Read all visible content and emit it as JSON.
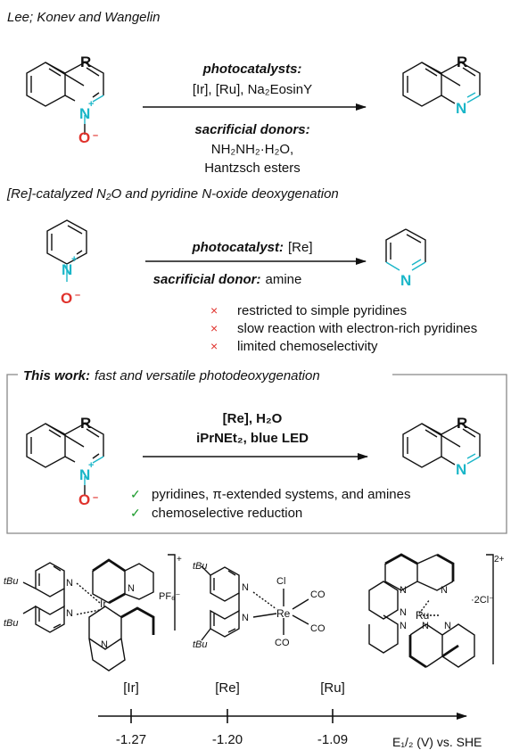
{
  "section1": {
    "header": "Lee; Konev and Wangelin",
    "arrow_top_title": "photocatalysts:",
    "arrow_top_text": "[Ir], [Ru], Na₂EosinY",
    "arrow_bottom_title": "sacrificial donors:",
    "arrow_bottom_line1": "NH₂NH₂·H₂O,",
    "arrow_bottom_line2": "Hantzsch esters"
  },
  "section2": {
    "header": "[Re]-catalyzed N₂O and pyridine N-oxide deoxygenation",
    "arrow_top_title": "photocatalyst:",
    "arrow_top_text": "[Re]",
    "arrow_bottom_title": "sacrificial donor:",
    "arrow_bottom_text": "amine",
    "limitations": [
      "restricted to simple pyridines",
      "slow reaction with electron-rich pyridines",
      "limited chemoselectivity"
    ]
  },
  "section3": {
    "header_bold": "This work:",
    "header_rest": "fast and versatile photodeoxygenation",
    "conditions_line1": "[Re], H₂O",
    "conditions_line2": "iPrNEt₂, blue LED",
    "advantages": [
      "pyridines, π-extended systems, and amines",
      "chemoselective reduction"
    ]
  },
  "atoms": {
    "R": "R",
    "N": "N",
    "O": "O",
    "plus": "+",
    "minus": "–",
    "Ir": "Ir",
    "Re": "Re",
    "Ru": "Ru",
    "tBu": "tBu",
    "Cl": "Cl",
    "CO": "CO",
    "PF6": "PF₆⁻",
    "ir_charge": "+",
    "ru_charge": "2+",
    "counter_cl": "·2Cl⁻"
  },
  "symbols": {
    "cross": "×",
    "check": "✓"
  },
  "colors": {
    "nitrogen": "#1ab6c8",
    "oxygen": "#e0322c",
    "check": "#1a9a2a"
  },
  "catalysts": [
    "[Ir]",
    "[Re]",
    "[Ru]"
  ],
  "axis": {
    "ticks": [
      "-1.27",
      "-1.20",
      "-1.09"
    ],
    "label": "E₁/₂ (V) vs. SHE"
  }
}
